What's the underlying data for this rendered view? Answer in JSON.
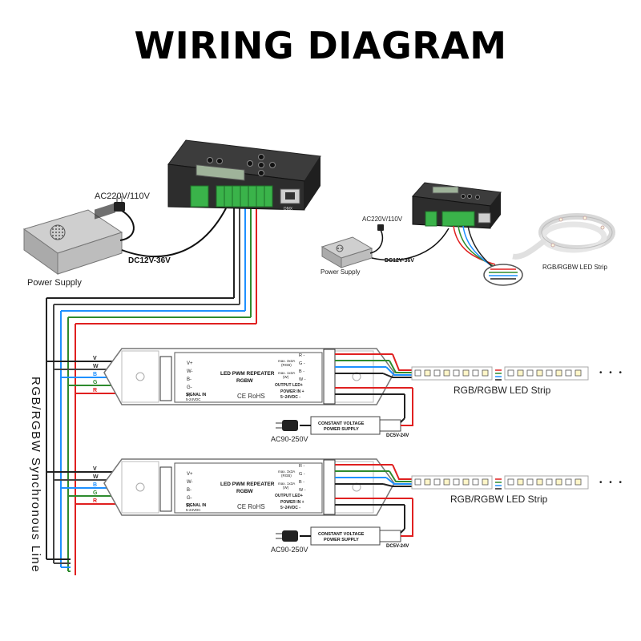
{
  "title": "WIRING DIAGRAM",
  "main_power": {
    "ac_label": "AC220V/110V",
    "dc_label": "DC12V-36V",
    "psu_label": "Power Supply"
  },
  "inset": {
    "ac_label": "AC220V/110V",
    "dc_label": "DC12V-36V",
    "psu_label": "Power Supply",
    "strip_label": "RGB/RGBW LED Strip"
  },
  "sync_line_label": "RGB/RGBW Synchronous Line",
  "controller": {
    "jack_label": "DMX"
  },
  "repeater": {
    "title_line1": "LED PWM REPEATER",
    "title_line2": "RGBW",
    "certs": "CE RoHS",
    "signal_in_line1": "SIGNAL IN",
    "signal_in_line2": "5-24VDC",
    "in_pins": [
      "V+",
      "W-",
      "B-",
      "G-",
      "R-"
    ],
    "out_pins": [
      "R -",
      "G -",
      "B -",
      "W -",
      "OUTPUT LED+",
      "POWER IN +",
      "5~24VDC -"
    ],
    "note1_line1": "max. 3x3A",
    "note1_line2": "(RGB)",
    "note2_line1": "max. 1x3A",
    "note2_line2": "(W)"
  },
  "wire_letters": [
    {
      "letter": "V",
      "color": "#222222"
    },
    {
      "letter": "W",
      "color": "#333333"
    },
    {
      "letter": "B",
      "color": "#1e90ff"
    },
    {
      "letter": "G",
      "color": "#2e8b2e"
    },
    {
      "letter": "R",
      "color": "#e02020"
    }
  ],
  "psu_box": {
    "line1": "CONSTANT VOLTAGE",
    "line2": "POWER SUPPLY"
  },
  "branches": [
    {
      "strip_label": "RGB/RGBW LED Strip",
      "ac_label": "AC90-250V",
      "dc_label": "DC5V-24V"
    },
    {
      "strip_label": "RGB/RGBW LED  Strip",
      "ac_label": "AC90-250V",
      "dc_label": "DC5V-24V"
    }
  ],
  "strip_ellipsis": "• • •",
  "colors": {
    "red": "#e02020",
    "green": "#2e8b2e",
    "blue": "#1e90ff",
    "black": "#222222",
    "device": "#2d2d2d",
    "terminal": "#3ab34a"
  }
}
